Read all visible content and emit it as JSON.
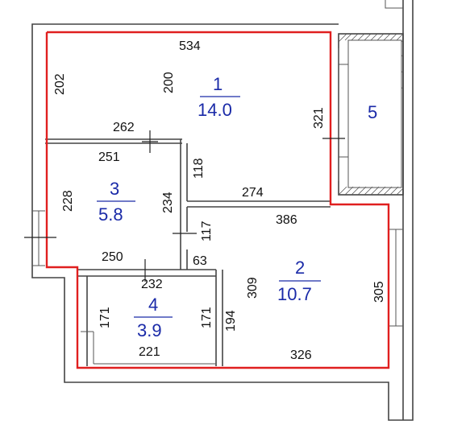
{
  "rooms": [
    {
      "number": "1",
      "area": "14.0"
    },
    {
      "number": "2",
      "area": "10.7"
    },
    {
      "number": "3",
      "area": "5.8"
    },
    {
      "number": "4",
      "area": "3.9"
    },
    {
      "number": "5"
    }
  ],
  "dimensions": {
    "d534": "534",
    "d202": "202",
    "d200": "200",
    "d321": "321",
    "d262": "262",
    "d251": "251",
    "d118": "118",
    "d274": "274",
    "d228": "228",
    "d234": "234",
    "d386": "386",
    "d117": "117",
    "d250": "250",
    "d63": "63",
    "d232": "232",
    "d309": "309",
    "d305": "305",
    "d171a": "171",
    "d171b": "171",
    "d194": "194",
    "d221": "221",
    "d326": "326"
  }
}
